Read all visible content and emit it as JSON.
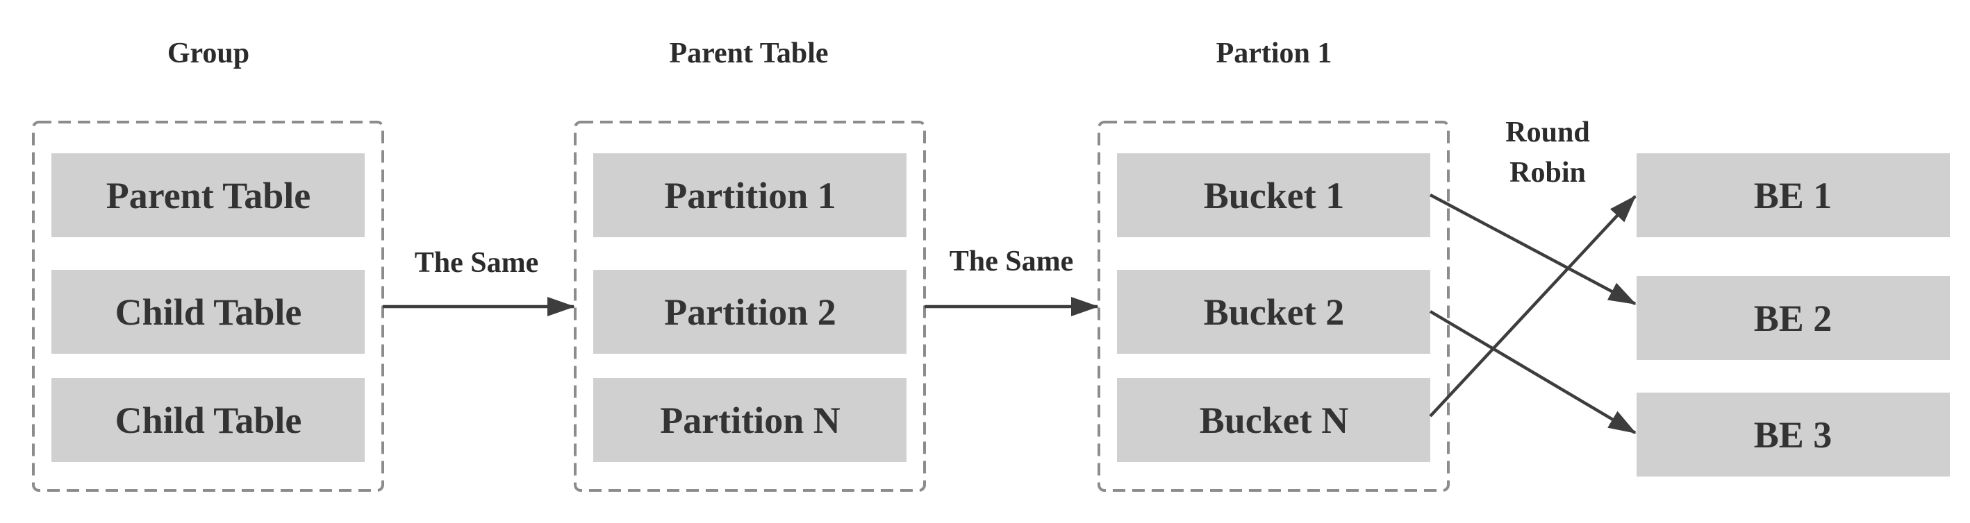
{
  "colors": {
    "box_fill": "#d0d0d0",
    "frame_stroke": "#8c8c8c",
    "arrow": "#3d3d3d",
    "text": "#2b2b2b"
  },
  "headers": {
    "group": "Group",
    "parent_table": "Parent Table",
    "partion_1": "Partion 1"
  },
  "group_column": {
    "boxes": [
      "Parent Table",
      "Child Table",
      "Child Table"
    ]
  },
  "parent_table_column": {
    "boxes": [
      "Partition 1",
      "Partition 2",
      "Partition N"
    ]
  },
  "partition_column": {
    "boxes": [
      "Bucket 1",
      "Bucket 2",
      "Bucket N"
    ]
  },
  "be_column": {
    "boxes": [
      "BE 1",
      "BE 2",
      "BE 3"
    ]
  },
  "edge_labels": {
    "group_to_table": "The Same",
    "table_to_partition": "The Same",
    "round_robin_line1": "Round",
    "round_robin_line2": "Robin"
  },
  "connections": [
    {
      "from": "Bucket 1",
      "to": "BE 2"
    },
    {
      "from": "Bucket 2",
      "to": "BE 3"
    },
    {
      "from": "Bucket N",
      "to": "BE 1"
    }
  ]
}
